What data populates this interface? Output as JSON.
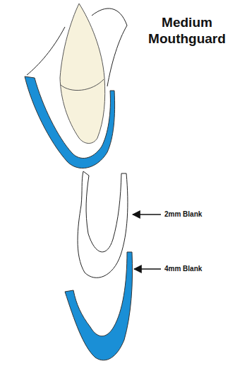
{
  "diagram": {
    "title": "Medium Mouthguard",
    "labels": [
      "2mm Blank",
      "4mm Blank"
    ]
  }
}
